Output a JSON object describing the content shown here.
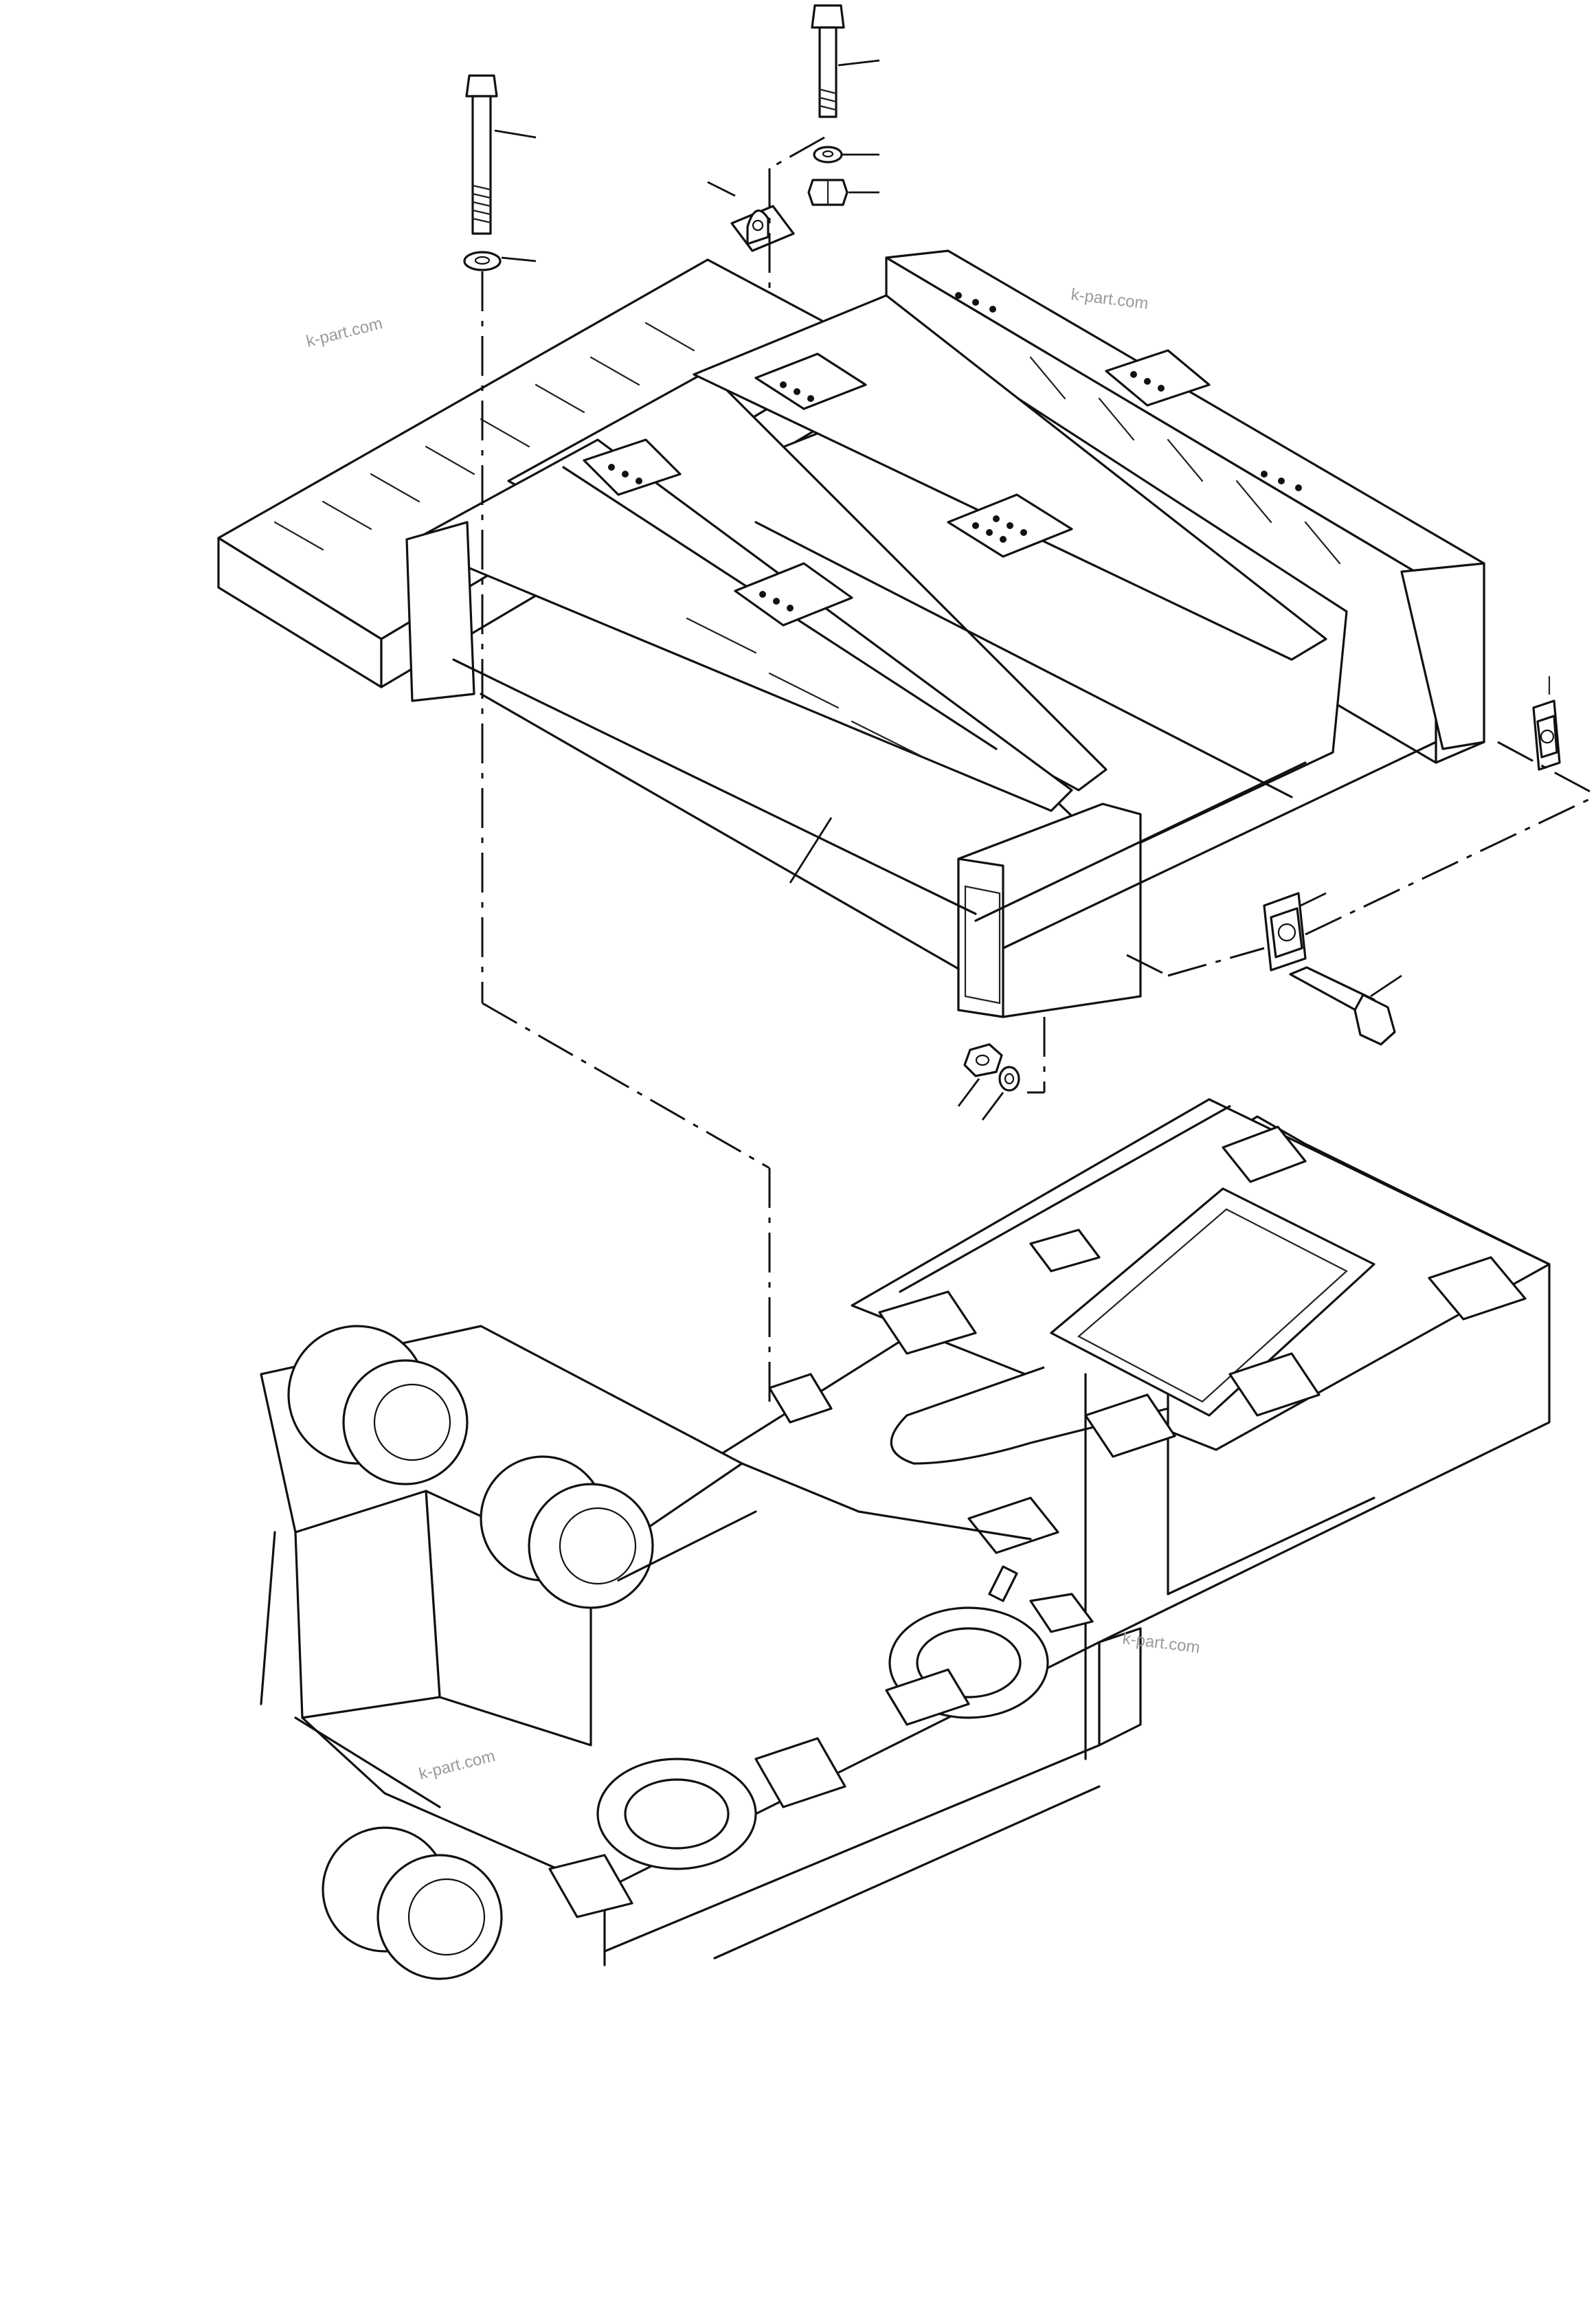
{
  "watermarks": [
    "k-part.com",
    "k-part.com",
    "k-part.com",
    "k-part.com"
  ],
  "parts": [
    {
      "id": "bolt-top-left",
      "label": ""
    },
    {
      "id": "washer-top-left",
      "label": ""
    },
    {
      "id": "bolt-top-right",
      "label": ""
    },
    {
      "id": "washer-top-right",
      "label": ""
    },
    {
      "id": "nut-top-right",
      "label": ""
    },
    {
      "id": "bracket-top",
      "label": ""
    },
    {
      "id": "frame",
      "label": ""
    },
    {
      "id": "bracket-right",
      "label": ""
    },
    {
      "id": "bracket-front",
      "label": ""
    },
    {
      "id": "bolt-front",
      "label": ""
    },
    {
      "id": "nut-bottom",
      "label": ""
    },
    {
      "id": "washer-bottom",
      "label": ""
    }
  ],
  "colors": {
    "line": "#111111",
    "background": "#ffffff",
    "watermark": "#9a9a9a"
  }
}
